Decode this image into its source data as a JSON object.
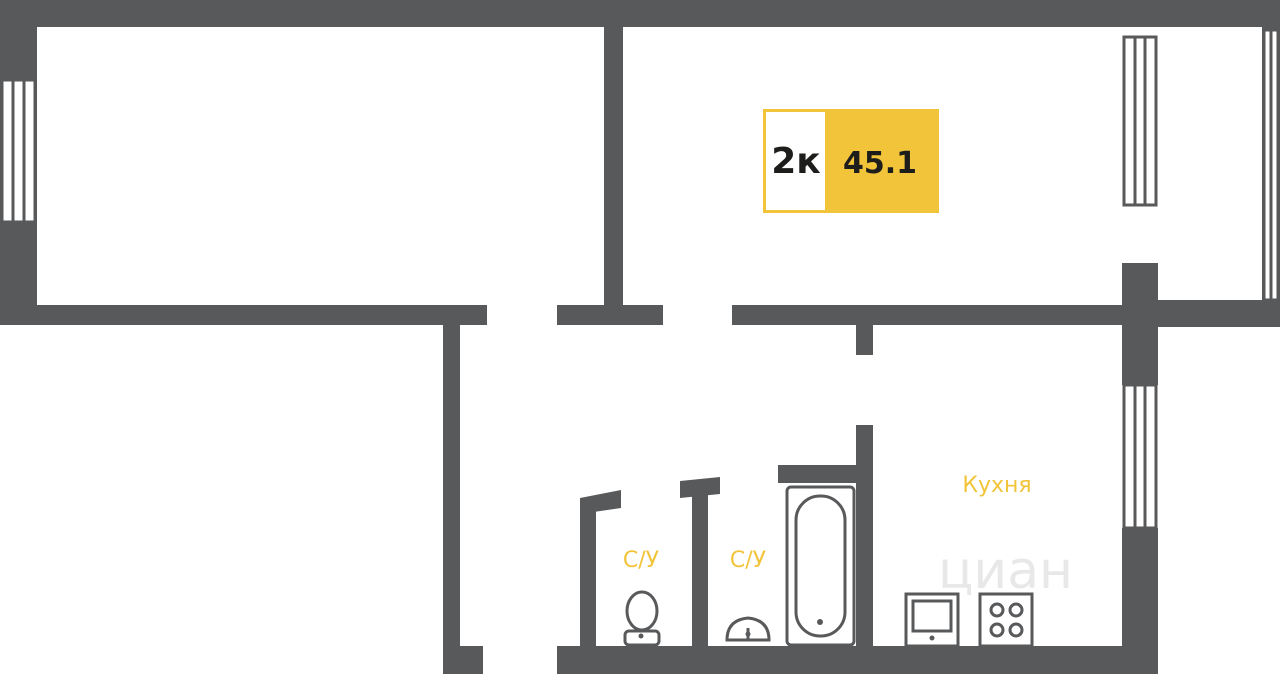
{
  "badge": {
    "rooms": "2к",
    "area": "45.1"
  },
  "rooms": {
    "kitchen": "Кухня",
    "bathroom_1": "С/У",
    "bathroom_2": "С/У"
  },
  "watermark": "циан",
  "colors": {
    "wall": "#58595b",
    "accent": "#f2c43a",
    "text_dark": "#1d1d1b",
    "fixture": "#58595b",
    "background": "#ffffff"
  }
}
